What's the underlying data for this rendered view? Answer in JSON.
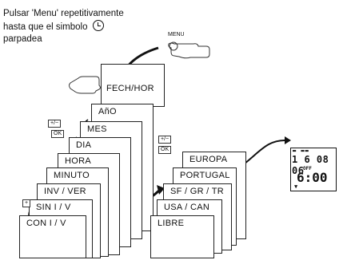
{
  "instruction": {
    "line1": "Pulsar 'Menu' repetitivamente",
    "line2": "hasta que el simbolo",
    "line3": "parpadea"
  },
  "menu_button_label": "MENU",
  "top_card": "FECH/HOR",
  "left_stack": [
    "AñO",
    "MES",
    "DIA",
    "HORA",
    "MINUTO",
    "INV / VER",
    "SIN I / V",
    "CON I / V"
  ],
  "right_stack": [
    "EUROPA",
    "PORTUGAL",
    "SF / GR / TR",
    "USA / CAN",
    "LIBRE"
  ],
  "buttons": {
    "plus_minus": "+/−",
    "ok": "OK",
    "plus": "+"
  },
  "display": {
    "date": "1 6 08 06",
    "dst": "OFF",
    "time": "6:00"
  },
  "icons": [
    "clock-icon",
    "hand-pointer-icon",
    "blink-icon",
    "curved-arrow-icon"
  ]
}
